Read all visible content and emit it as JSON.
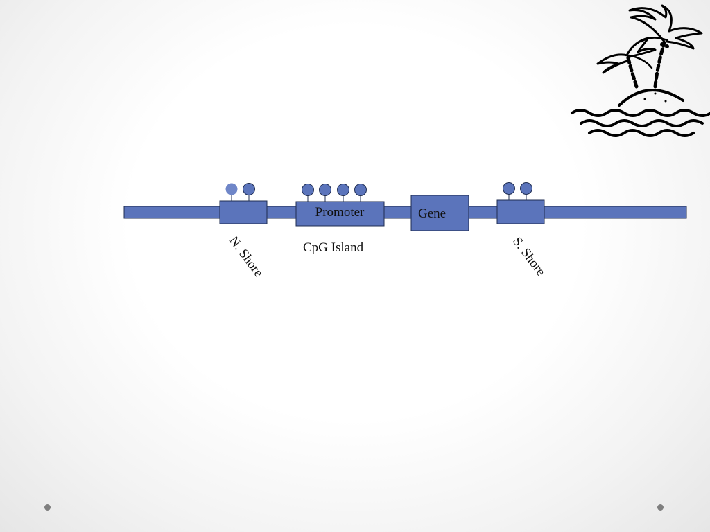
{
  "diagram": {
    "labels": {
      "promoter": "Promoter",
      "gene": "Gene",
      "cpg_island": "CpG Island",
      "north_shore": "N. Shore",
      "south_shore": "S. Shore"
    },
    "colors": {
      "strand_fill": "#5b74bb",
      "outline": "#1f2d52",
      "unmethylated_site": "#5b74bb",
      "highlighted_site": "#6f86c8",
      "text": "#111111"
    },
    "site_counts": {
      "north_shore": 2,
      "promoter": 4,
      "south_shore": 2
    },
    "icons": {
      "island": "palm-tree-island-icon"
    }
  }
}
